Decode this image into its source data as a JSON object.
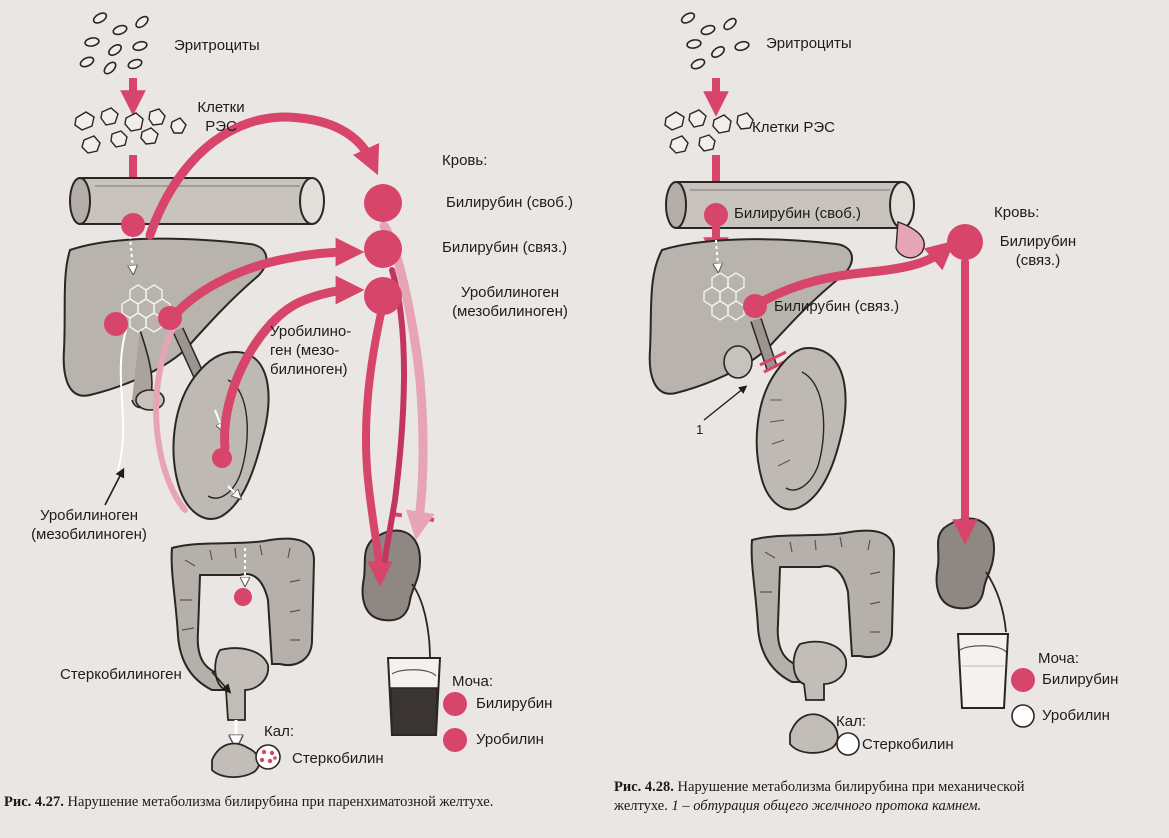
{
  "figure_left": {
    "erythrocytes": "Эритроциты",
    "res_cells_line1": "Клетки",
    "res_cells_line2": "РЭС",
    "blood_title": "Кровь:",
    "bilirubin_free": "Билирубин (своб.)",
    "bilirubin_conj": "Билирубин (связ.)",
    "urobilinogen_line1": "Уробилиноген",
    "urobilinogen_line2": "(мезобилиноген)",
    "gut_urob_line1": "Уробилино-",
    "gut_urob_line2": "ген (мезо-",
    "gut_urob_line3": "билиноген)",
    "portal_urob_line1": "Уробилиноген",
    "portal_urob_line2": "(мезобилиноген)",
    "stercobilinogen": "Стеркобилиноген",
    "feces_title": "Кал:",
    "stercobilin": "Стеркобилин",
    "urine_title": "Моча:",
    "urine_bilirubin": "Билирубин",
    "urine_urobilin": "Уробилин",
    "caption_num": "Рис. 4.27.",
    "caption_text": " Нарушение метаболизма билирубина при паренхиматозной желтухе."
  },
  "figure_right": {
    "erythrocytes": "Эритроциты",
    "res_cells": "Клетки РЭС",
    "bilirubin_free": "Билирубин (своб.)",
    "blood_title": "Кровь:",
    "blood_bilirubin_line1": "Билирубин",
    "blood_bilirubin_line2": "(связ.)",
    "liver_bilirubin": "Билирубин (связ.)",
    "marker_1": "1",
    "feces_title": "Кал:",
    "stercobilin": "Стеркобилин",
    "urine_title": "Моча:",
    "urine_bilirubin": "Билирубин",
    "urine_urobilin": "Уробилин",
    "caption_num": "Рис. 4.28.",
    "caption_text_1": " Нарушение метаболизма билирубина при механической",
    "caption_text_2": "желтухе. ",
    "caption_italic": "1 – обтурация общего желчного протока камнем."
  },
  "colors": {
    "accent": "#d8456b",
    "accent_dark": "#c23560",
    "pale_arrow": "#e7a4b4",
    "organ_fill": "#b9b3ae",
    "organ_dark": "#8e8782",
    "ink": "#1f1c1c",
    "background": "#e9e6e3"
  }
}
